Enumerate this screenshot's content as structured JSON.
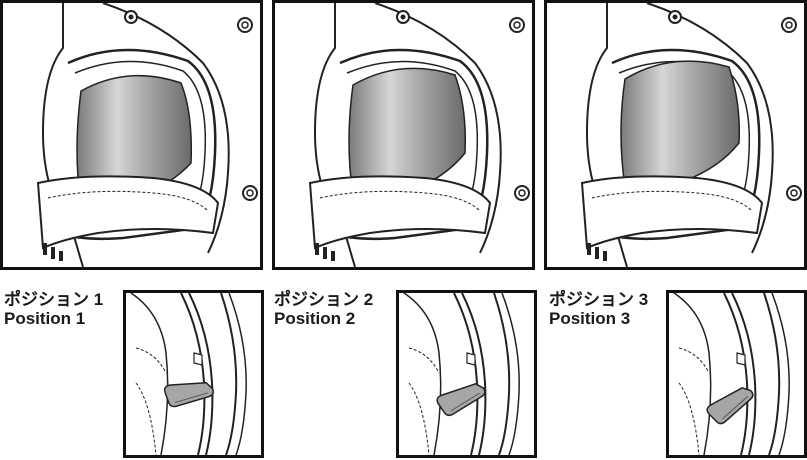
{
  "positions": [
    {
      "jp": "ポジション 1",
      "en": "Position 1",
      "lever_angle": -20,
      "lever_drop": 0
    },
    {
      "jp": "ポジション 2",
      "en": "Position 2",
      "lever_angle": -35,
      "lever_drop": 8
    },
    {
      "jp": "ポジション 3",
      "en": "Position 3",
      "lever_angle": -45,
      "lever_drop": 16
    }
  ]
}
